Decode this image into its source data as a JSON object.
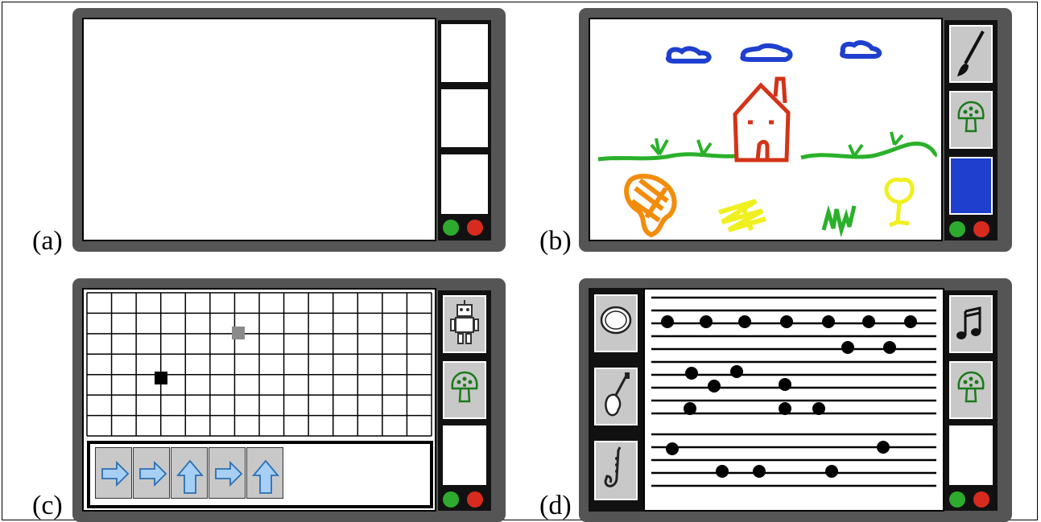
{
  "panels": {
    "a": {
      "label": "(a)"
    },
    "b": {
      "label": "(b)",
      "selected_color": "#1f3fcf"
    },
    "c": {
      "label": "(c)",
      "grid": {
        "cols": 14,
        "rows": 7
      },
      "commands": [
        "right",
        "right",
        "up",
        "right",
        "up"
      ]
    },
    "d": {
      "label": "(d)",
      "instruments": [
        "tambourine",
        "electric-guitar",
        "saxophone"
      ]
    }
  },
  "colors": {
    "device": "#555555",
    "led_green": "#2eaa2e",
    "led_red": "#d62b1e",
    "tile": "#c8c8c8",
    "arrow": "#a7cff5",
    "mushroom": "#1a7a1a"
  }
}
